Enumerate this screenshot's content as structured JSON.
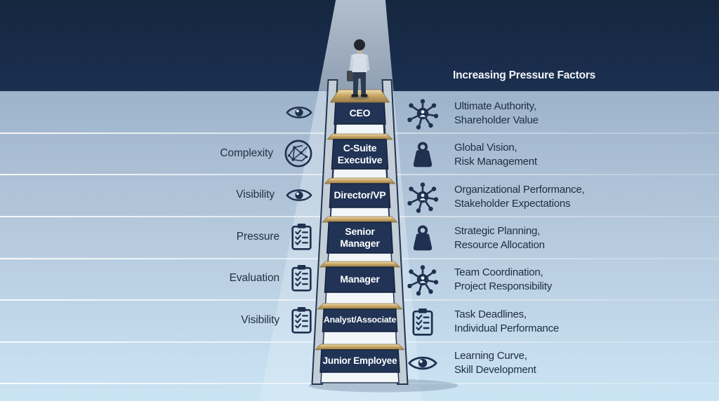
{
  "header": {
    "title": "Increasing Pressure Factors"
  },
  "ladder": {
    "levels": [
      {
        "label": "CEO"
      },
      {
        "label": "C-Suite\nExecutive"
      },
      {
        "label": "Director/VP"
      },
      {
        "label": "Senior\nManager"
      },
      {
        "label": "Manager"
      },
      {
        "label": "Analyst/Associate"
      },
      {
        "label": "Junior Employee"
      }
    ]
  },
  "left_factors": [
    {
      "label": "",
      "icon": "eye-icon",
      "icon_ref": "#i-eye"
    },
    {
      "label": "Complexity",
      "icon": "globe-network-icon",
      "icon_ref": "#i-globe"
    },
    {
      "label": "Visibility",
      "icon": "eye-icon",
      "icon_ref": "#i-eye"
    },
    {
      "label": "Pressure",
      "icon": "clipboard-checklist-icon",
      "icon_ref": "#i-clipboard"
    },
    {
      "label": "Evaluation",
      "icon": "clipboard-checklist-icon",
      "icon_ref": "#i-clipboard"
    },
    {
      "label": "Visibility",
      "icon": "clipboard-checklist-icon",
      "icon_ref": "#i-clipboard"
    }
  ],
  "right_factors": [
    {
      "line1": "Ultimate Authority,",
      "line2": "Shareholder Value",
      "icon": "network-person-icon",
      "icon_ref": "#i-network"
    },
    {
      "line1": "Global Vision,",
      "line2": "Risk Management",
      "icon": "weight-icon",
      "icon_ref": "#i-weight"
    },
    {
      "line1": "Organizational Performance,",
      "line2": "Stakeholder Expectations",
      "icon": "network-person-icon",
      "icon_ref": "#i-network"
    },
    {
      "line1": "Strategic Planning,",
      "line2": "Resource Allocation",
      "icon": "weight-icon",
      "icon_ref": "#i-weight"
    },
    {
      "line1": "Team Coordination,",
      "line2": "Project Responsibility",
      "icon": "network-person-icon",
      "icon_ref": "#i-network"
    },
    {
      "line1": "Task Deadlines,",
      "line2": "Individual Performance",
      "icon": "clipboard-checklist-icon",
      "icon_ref": "#i-clipboard"
    },
    {
      "line1": "Learning Curve,",
      "line2": "Skill Development",
      "icon": "eye-icon",
      "icon_ref": "#i-eye"
    }
  ],
  "colors": {
    "band_navy": "#182b49",
    "panel_navy": "#213456",
    "icon_navy": "#1e3150",
    "gold": "#c9a866",
    "bg_top": "#97aec7",
    "bg_bottom": "#cbe4f4",
    "text_dark": "#1d2c40",
    "text_light": "#f2f5f9"
  }
}
